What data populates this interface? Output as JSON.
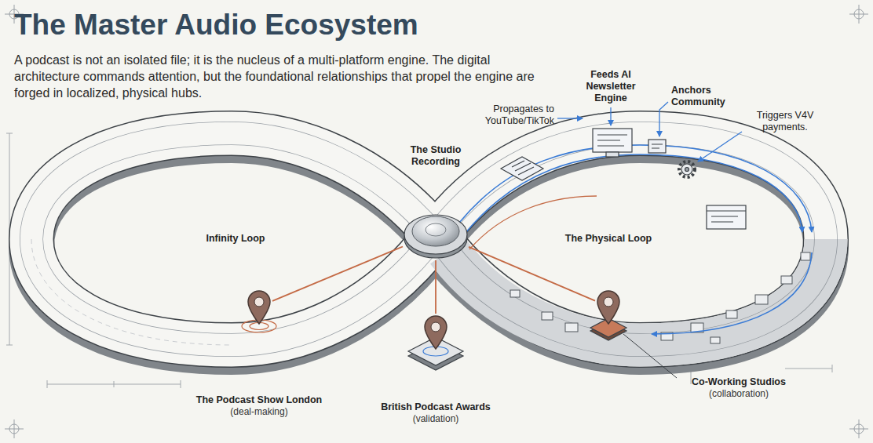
{
  "diagram": {
    "title": "The Master Audio Ecosystem",
    "nodes": [
      {
        "text": [
          "The Studio Recording"
        ]
      },
      {
        "text": [
          "The Podcast Show London",
          "(deal-making)"
        ]
      },
      {
        "text": [
          "British Podcast Awards",
          "(validation)"
        ]
      },
      {
        "text": [
          "Co-Working Studios",
          "(collaboration)"
        ]
      }
    ],
    "edges": [
      {
        "from": 0,
        "to": 1,
        "arrow": "none"
      },
      {
        "from": 0,
        "to": 2,
        "arrow": "none"
      },
      {
        "from": 0,
        "to": 3,
        "arrow": "none"
      }
    ],
    "labels": [
      "A podcast is not an isolated file; it is the nucleus of a multi-platform engine. The digital architecture commands attention, but the foundational relationships that propel the engine are forged in localized, physical hubs.",
      "Propagates to YouTube/TikTok",
      "Feeds AI Newsletter Engine",
      "Anchors Community",
      "Triggers V4V payments.",
      "Infinity Loop",
      "The Physical Loop"
    ]
  }
}
